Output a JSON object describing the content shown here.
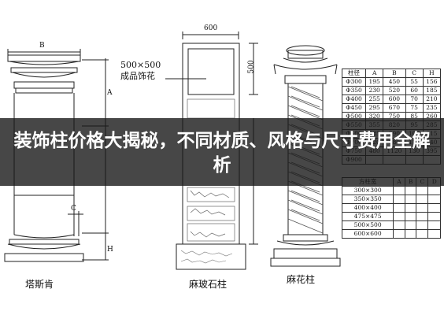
{
  "banner": {
    "title": "装饰柱价格大揭秘，不同材质、风格与尺寸费用全解析"
  },
  "left_column": {
    "caption": "塔斯肯",
    "dim_top": "B",
    "dim_a": "A",
    "dim_c": "C",
    "dim_h": "H"
  },
  "middle_column": {
    "caption": "麻玻石柱",
    "width_dim": "600",
    "height_dim": "500",
    "annotation_size": "500×500",
    "annotation_name": "成品饰花"
  },
  "right_column": {
    "caption": "麻花柱"
  },
  "table1": {
    "headers": [
      "柱径",
      "A",
      "B",
      "C",
      "H"
    ],
    "rows": [
      [
        "Φ300",
        "195",
        "450",
        "55",
        "156"
      ],
      [
        "Φ350",
        "230",
        "520",
        "60",
        "185"
      ],
      [
        "Φ400",
        "255",
        "600",
        "70",
        "210"
      ],
      [
        "Φ450",
        "295",
        "670",
        "75",
        "235"
      ],
      [
        "Φ500",
        "320",
        "750",
        "85",
        "260"
      ],
      [
        "Φ550",
        "355",
        "820",
        "95",
        "285"
      ],
      [
        "Φ600",
        "385",
        "890",
        "100",
        "315"
      ],
      [
        "Φ700",
        "420",
        "980",
        "110",
        "340"
      ],
      [
        "Φ750",
        "480",
        "1120",
        "130",
        "395"
      ],
      [
        "Φ900",
        "",
        "",
        "",
        ""
      ]
    ]
  },
  "table2": {
    "headers": [
      "方柱宽",
      "A",
      "B",
      "C",
      "D"
    ],
    "rows": [
      [
        "300×300",
        "",
        "",
        "",
        ""
      ],
      [
        "350×350",
        "",
        "",
        "",
        ""
      ],
      [
        "400×400",
        "",
        "",
        "",
        ""
      ],
      [
        "475×475",
        "",
        "",
        "",
        ""
      ],
      [
        "500×500",
        "",
        "",
        "",
        ""
      ],
      [
        "600×600",
        "",
        "",
        "",
        ""
      ]
    ]
  }
}
